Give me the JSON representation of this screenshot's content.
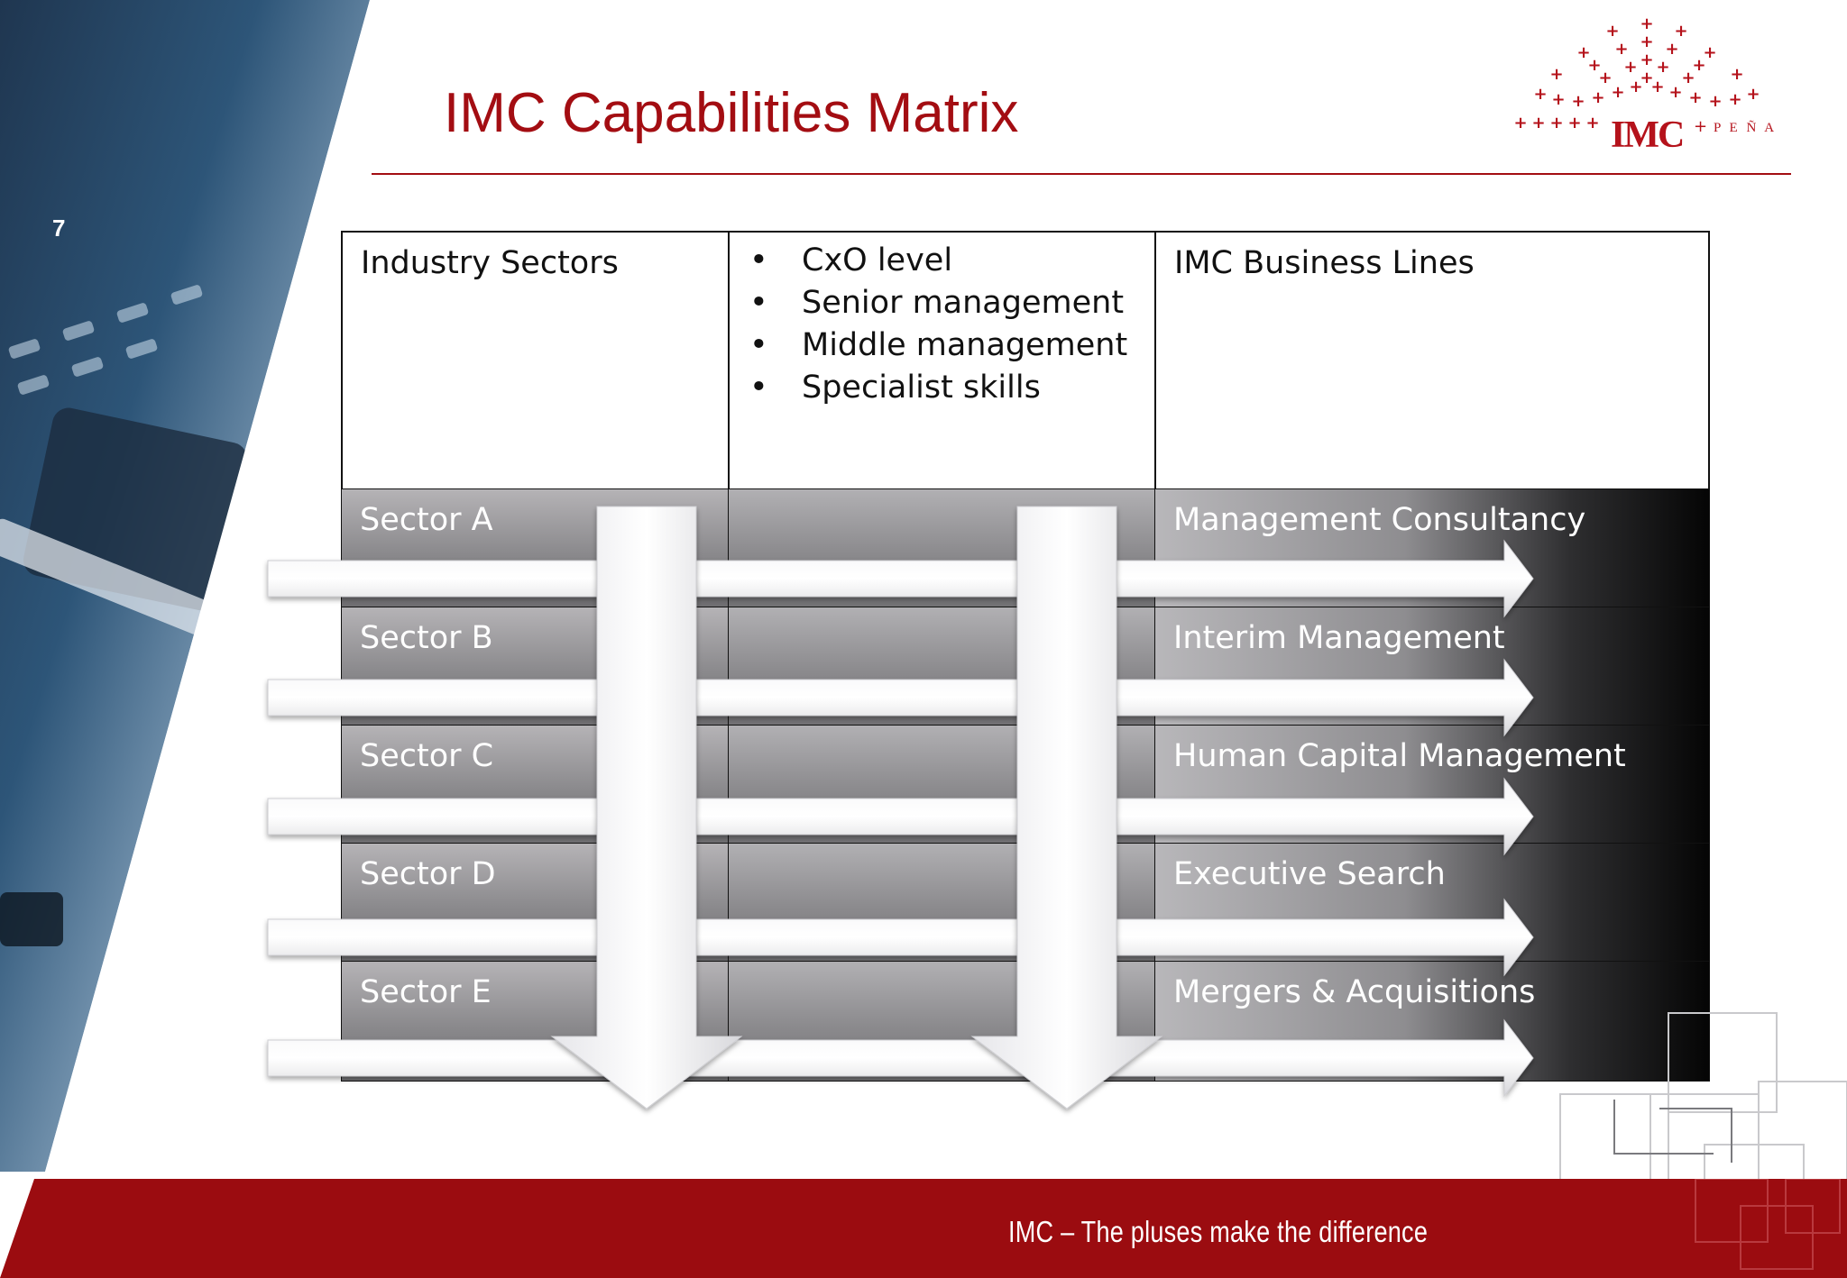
{
  "slide": {
    "title": "IMC Capabilities Matrix",
    "page_number": "7",
    "footer": "IMC – The pluses make the difference"
  },
  "logo": {
    "wordmark": "IMC",
    "suffix": "P E Ñ A",
    "icon": "plus-burst-icon"
  },
  "matrix": {
    "headers": {
      "col1": "Industry Sectors",
      "col2_items": [
        "CxO level",
        "Senior management",
        "Middle management",
        "Specialist skills"
      ],
      "col3": "IMC Business Lines"
    },
    "rows": [
      {
        "sector": "Sector A",
        "business_line": "Management Consultancy"
      },
      {
        "sector": "Sector B",
        "business_line": "Interim Management"
      },
      {
        "sector": "Sector C",
        "business_line": "Human Capital Management"
      },
      {
        "sector": "Sector D",
        "business_line": "Executive Search"
      },
      {
        "sector": "Sector E",
        "business_line": "Mergers & Acquisitions"
      }
    ]
  },
  "colors": {
    "accent": "#a30d12",
    "footer_band": "#9b0c10"
  }
}
